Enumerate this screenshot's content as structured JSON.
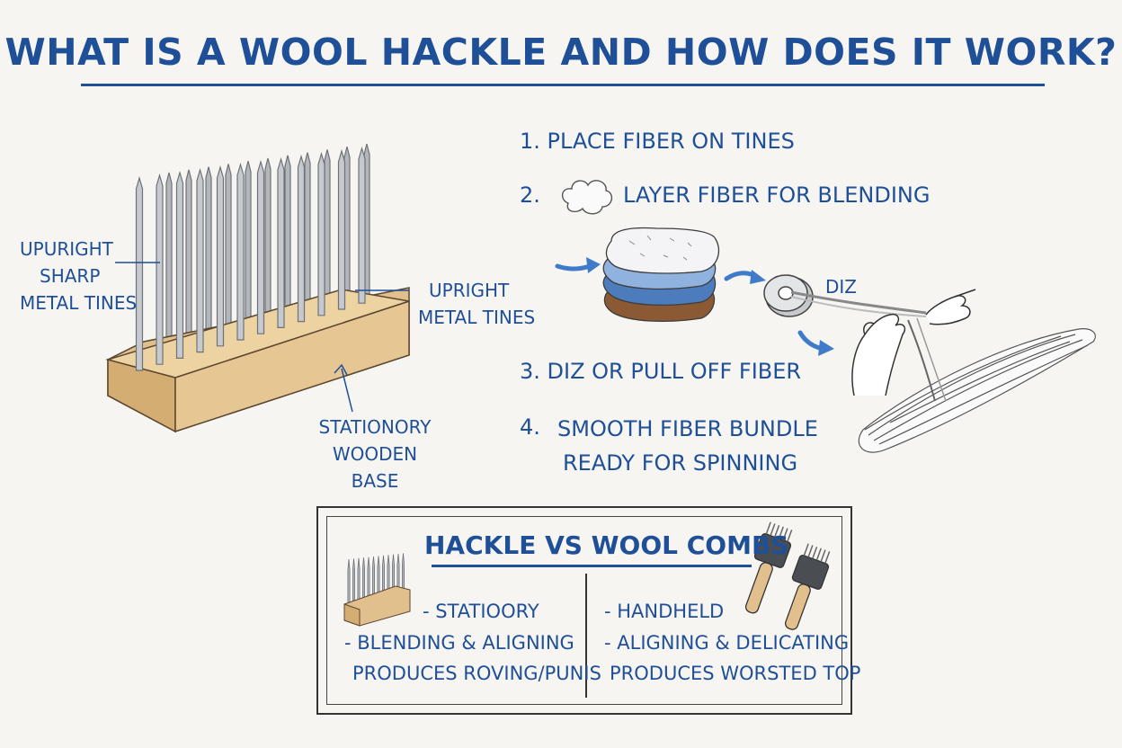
{
  "title": "WHAT IS A WOOL HACKLE AND HOW DOES IT WORK?",
  "labels": {
    "upright_sharp_line1": "UPURIGHT",
    "upright_sharp_line2": "SHARP",
    "upright_sharp_line3": "METAL TINES",
    "upright_metal_line1": "UPRIGHT",
    "upright_metal_line2": "METAL TINES",
    "base_line1": "STATIONORY WOODEN",
    "base_line2": "BASE",
    "diz": "DIZ"
  },
  "steps": [
    {
      "text": "1. PLACE FIBER ON TINES"
    },
    {
      "number": "2.",
      "text": "LAYER FIBER FOR BLENDING"
    },
    {
      "text": "3. DIZ OR PULL OFF FIBER"
    },
    {
      "number": "4.",
      "line1": "SMOOTH FIBER BUNDLE",
      "line2": "READY FOR SPINNING"
    }
  ],
  "comparison": {
    "title": "HACKLE VS WOOL COMBS",
    "hackle": [
      "- STATIOORY",
      "- BLENDING & ALIGNING",
      "PRODUCES ROVING/PUNIS"
    ],
    "combs": [
      "- HANDHELD",
      "- ALIGNING & DELICATING",
      "PRODUCES WORSTED TOP"
    ]
  },
  "colors": {
    "accent": "#1f4f96",
    "wood": "#e2c08e",
    "tine": "#a9adb2",
    "fiber_white": "#f4f4f6",
    "fiber_blue_light": "#8fb2de",
    "fiber_blue_dark": "#4d7cbc",
    "fiber_brown": "#8b5a34"
  },
  "icons": [
    "hackle-illustration",
    "fiber-puff-icon",
    "fiber-layers-icon",
    "diz-icon",
    "hands-pulling-icon",
    "fiber-bundle-icon",
    "mini-hackle-icon",
    "wool-combs-icon",
    "arrow-icon"
  ]
}
